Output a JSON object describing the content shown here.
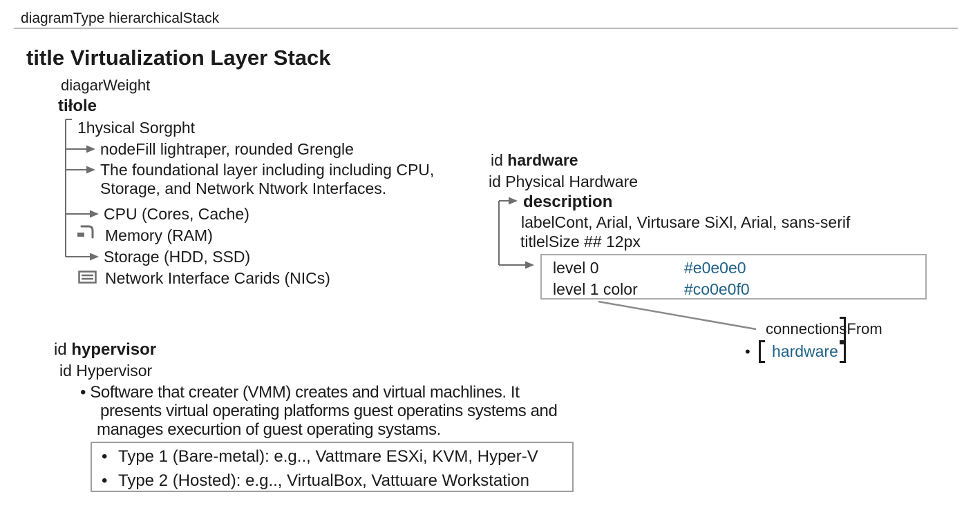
{
  "header": {
    "text": "diagramType hierarchicalStack"
  },
  "title": {
    "key": "title",
    "text": "Virtualization Layer Stack"
  },
  "physical_section": {
    "weight_label": "diagarWeight",
    "key_label": "tiłole",
    "node_name": "1hysical Sorgpht",
    "node_fill": "nodeFill lightraper, rounded Grengle",
    "desc_line1": "The foundational layer including including CPU,",
    "desc_line2": "Storage, and Network Ntwork Interfaces.",
    "components": [
      {
        "label": "CPU (Cores, Cache)"
      },
      {
        "label": "Memory (RAM)"
      },
      {
        "label": "Storage (HDD, SSD)"
      },
      {
        "label": "Network Interface Carids (NICs)"
      }
    ]
  },
  "hardware_section": {
    "id_label": "id",
    "id_value": "hardware",
    "name_label": "id",
    "name_value": "Physical Hardware",
    "description_label": "description",
    "font_line": "labelCont, Arial, Virtusare SiXl, Arial, sans-serif",
    "size_line": "titlelSize ## 12px",
    "level_rows": [
      {
        "label": "level 0",
        "value": "#e0e0e0"
      },
      {
        "label": "level 1 color",
        "value": "#co0e0f0"
      }
    ]
  },
  "connections_section": {
    "label": "connectionsFrom",
    "bullet": "•",
    "item": "hardware"
  },
  "hypervisor_section": {
    "id_label": "id",
    "id_value": "hypervisor",
    "name_label": "id",
    "name_value": "Hypervisor",
    "bullet": "•",
    "desc_line1": "Software that creater (VMM)  creates and virtual machlines. It",
    "desc_line2": "presents virtual operating  platforms  guest operatins systems and",
    "desc_line3": "manages  execurtion of guest operating  systams.",
    "types": [
      {
        "bullet": "•",
        "label": "Type 1 (Bare-metal): e.g.., Vattmare ESXi, KVM, Hyper-V"
      },
      {
        "bullet": "•",
        "label": "Type 2 (Hosted): e.g.., VirtualBox, Vattɯare Workstation"
      }
    ]
  },
  "colors": {
    "accent_teal": "#1f6187",
    "connector_gray": "#6e6e6e",
    "box_border_gray": "#ababab"
  }
}
